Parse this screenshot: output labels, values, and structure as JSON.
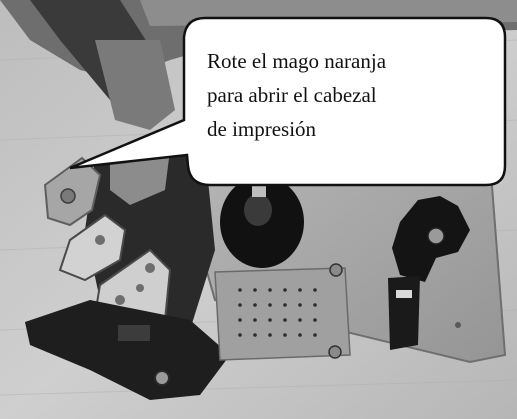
{
  "photo": {
    "subject": "thermal printer mechanism with orange knob (grayscale photo)",
    "palette": {
      "table": "#c9c9c9",
      "metal_plate": "#a9a9a9",
      "dark_parts": "#161616",
      "callout_fill": "#ffffff",
      "callout_stroke": "#111111"
    }
  },
  "callout": {
    "line1": "Rote el mago naranja",
    "line2": "para abrir el cabezal",
    "line3": "de impresión"
  }
}
